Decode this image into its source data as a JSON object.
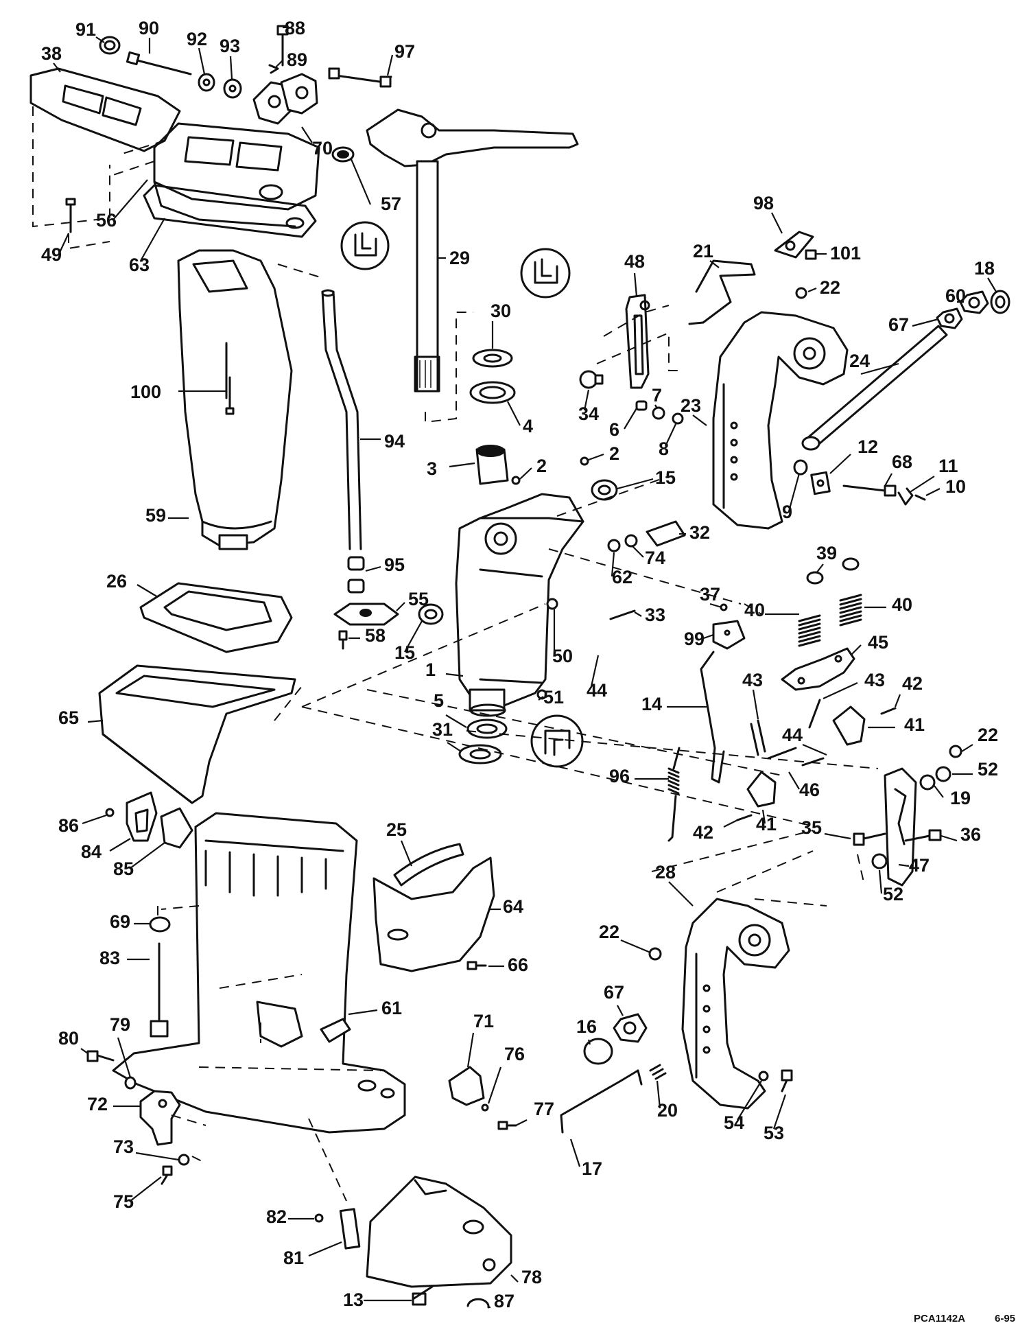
{
  "drawing": {
    "reference": "PCA1142A",
    "date": "6-95"
  },
  "callouts": [
    {
      "id": "c91",
      "label": "91"
    },
    {
      "id": "c90",
      "label": "90"
    },
    {
      "id": "c92",
      "label": "92"
    },
    {
      "id": "c93",
      "label": "93"
    },
    {
      "id": "c88",
      "label": "88"
    },
    {
      "id": "c89",
      "label": "89"
    },
    {
      "id": "c97",
      "label": "97"
    },
    {
      "id": "c38",
      "label": "38"
    },
    {
      "id": "c70",
      "label": "70"
    },
    {
      "id": "c57",
      "label": "57"
    },
    {
      "id": "c56",
      "label": "56"
    },
    {
      "id": "c49",
      "label": "49"
    },
    {
      "id": "c63",
      "label": "63"
    },
    {
      "id": "c29",
      "label": "29"
    },
    {
      "id": "c98",
      "label": "98"
    },
    {
      "id": "c21",
      "label": "21"
    },
    {
      "id": "c101",
      "label": "101"
    },
    {
      "id": "c48",
      "label": "48"
    },
    {
      "id": "c22a",
      "label": "22"
    },
    {
      "id": "c18",
      "label": "18"
    },
    {
      "id": "c60",
      "label": "60"
    },
    {
      "id": "c67a",
      "label": "67"
    },
    {
      "id": "c30",
      "label": "30"
    },
    {
      "id": "c100",
      "label": "100"
    },
    {
      "id": "c4",
      "label": "4"
    },
    {
      "id": "c34",
      "label": "34"
    },
    {
      "id": "c6",
      "label": "6"
    },
    {
      "id": "c7",
      "label": "7"
    },
    {
      "id": "c23",
      "label": "23"
    },
    {
      "id": "c24",
      "label": "24"
    },
    {
      "id": "c8",
      "label": "8"
    },
    {
      "id": "c94",
      "label": "94"
    },
    {
      "id": "c3",
      "label": "3"
    },
    {
      "id": "c2a",
      "label": "2"
    },
    {
      "id": "c2b",
      "label": "2"
    },
    {
      "id": "c12",
      "label": "12"
    },
    {
      "id": "c68",
      "label": "68"
    },
    {
      "id": "c11",
      "label": "11"
    },
    {
      "id": "c10",
      "label": "10"
    },
    {
      "id": "c15a",
      "label": "15"
    },
    {
      "id": "c9",
      "label": "9"
    },
    {
      "id": "c59",
      "label": "59"
    },
    {
      "id": "c32",
      "label": "32"
    },
    {
      "id": "c62",
      "label": "62"
    },
    {
      "id": "c74",
      "label": "74"
    },
    {
      "id": "c95",
      "label": "95"
    },
    {
      "id": "c26",
      "label": "26"
    },
    {
      "id": "c39",
      "label": "39"
    },
    {
      "id": "c55",
      "label": "55"
    },
    {
      "id": "c40a",
      "label": "40"
    },
    {
      "id": "c40b",
      "label": "40"
    },
    {
      "id": "c58",
      "label": "58"
    },
    {
      "id": "c15b",
      "label": "15"
    },
    {
      "id": "c33",
      "label": "33"
    },
    {
      "id": "c37",
      "label": "37"
    },
    {
      "id": "c45",
      "label": "45"
    },
    {
      "id": "c50",
      "label": "50"
    },
    {
      "id": "c44a",
      "label": "44"
    },
    {
      "id": "c99",
      "label": "99"
    },
    {
      "id": "c43a",
      "label": "43"
    },
    {
      "id": "c43b",
      "label": "43"
    },
    {
      "id": "c1",
      "label": "1"
    },
    {
      "id": "c51",
      "label": "51"
    },
    {
      "id": "c14",
      "label": "14"
    },
    {
      "id": "c42a",
      "label": "42"
    },
    {
      "id": "c5",
      "label": "5"
    },
    {
      "id": "c41a",
      "label": "41"
    },
    {
      "id": "c65",
      "label": "65"
    },
    {
      "id": "c31",
      "label": "31"
    },
    {
      "id": "c22b",
      "label": "22"
    },
    {
      "id": "c44b",
      "label": "44"
    },
    {
      "id": "c52a",
      "label": "52"
    },
    {
      "id": "c96",
      "label": "96"
    },
    {
      "id": "c46",
      "label": "46"
    },
    {
      "id": "c19",
      "label": "19"
    },
    {
      "id": "c86",
      "label": "86"
    },
    {
      "id": "c42b",
      "label": "42"
    },
    {
      "id": "c41b",
      "label": "41"
    },
    {
      "id": "c35",
      "label": "35"
    },
    {
      "id": "c36",
      "label": "36"
    },
    {
      "id": "c84",
      "label": "84"
    },
    {
      "id": "c25",
      "label": "25"
    },
    {
      "id": "c47",
      "label": "47"
    },
    {
      "id": "c85",
      "label": "85"
    },
    {
      "id": "c52b",
      "label": "52"
    },
    {
      "id": "c28",
      "label": "28"
    },
    {
      "id": "c69",
      "label": "69"
    },
    {
      "id": "c64",
      "label": "64"
    },
    {
      "id": "c22c",
      "label": "22"
    },
    {
      "id": "c83",
      "label": "83"
    },
    {
      "id": "c66",
      "label": "66"
    },
    {
      "id": "c61",
      "label": "61"
    },
    {
      "id": "c67b",
      "label": "67"
    },
    {
      "id": "c71",
      "label": "71"
    },
    {
      "id": "c16",
      "label": "16"
    },
    {
      "id": "c80",
      "label": "80"
    },
    {
      "id": "c79",
      "label": "79"
    },
    {
      "id": "c76",
      "label": "76"
    },
    {
      "id": "c77",
      "label": "77"
    },
    {
      "id": "c72",
      "label": "72"
    },
    {
      "id": "c20",
      "label": "20"
    },
    {
      "id": "c54",
      "label": "54"
    },
    {
      "id": "c53",
      "label": "53"
    },
    {
      "id": "c73",
      "label": "73"
    },
    {
      "id": "c17",
      "label": "17"
    },
    {
      "id": "c75",
      "label": "75"
    },
    {
      "id": "c82",
      "label": "82"
    },
    {
      "id": "c81",
      "label": "81"
    },
    {
      "id": "c78",
      "label": "78"
    },
    {
      "id": "c13",
      "label": "13"
    },
    {
      "id": "c87",
      "label": "87"
    }
  ]
}
